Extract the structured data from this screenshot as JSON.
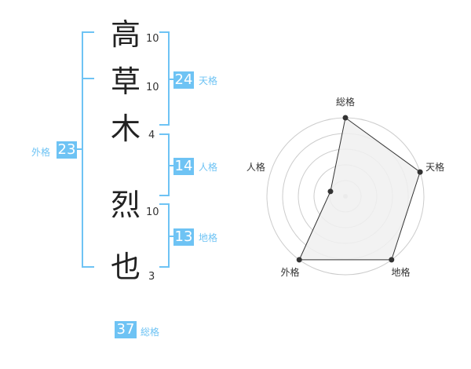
{
  "name": {
    "chars": [
      {
        "char": "高",
        "strokes": "10"
      },
      {
        "char": "草",
        "strokes": "10"
      },
      {
        "char": "木",
        "strokes": "4"
      },
      {
        "char": "烈",
        "strokes": "10"
      },
      {
        "char": "也",
        "strokes": "3"
      }
    ]
  },
  "fortune": {
    "tenkaku": {
      "value": "24",
      "label": "天格"
    },
    "jinkaku": {
      "value": "14",
      "label": "人格"
    },
    "chikaku": {
      "value": "13",
      "label": "地格"
    },
    "gaikaku": {
      "value": "23",
      "label": "外格"
    },
    "soukaku": {
      "value": "37",
      "label": "総格"
    }
  },
  "chart_data": {
    "type": "radar",
    "axes": [
      "総格",
      "天格",
      "地格",
      "外格",
      "人格"
    ],
    "values": [
      5,
      5,
      5,
      5,
      1
    ],
    "max": 5,
    "rings": 5,
    "colors": {
      "fill": "#f0f0f0",
      "line": "#333333",
      "point": "#333333",
      "grid": "#cccccc"
    }
  },
  "colors": {
    "accent": "#6ec3f4",
    "text": "#222222"
  }
}
